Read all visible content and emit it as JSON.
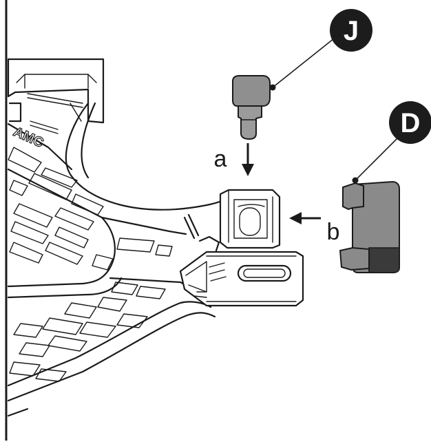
{
  "callouts": [
    {
      "id": "J",
      "letter": "J",
      "color": "#1c1c1c",
      "text_color": "#ffffff"
    },
    {
      "id": "D",
      "letter": "D",
      "color": "#1c1c1c",
      "text_color": "#ffffff"
    }
  ],
  "steps": [
    {
      "id": "a",
      "label": "a",
      "direction": "down"
    },
    {
      "id": "b",
      "label": "b",
      "direction": "left"
    }
  ],
  "parts": {
    "part_j": {
      "name": "J",
      "color": "#8f8f8f"
    },
    "part_d": {
      "name": "D",
      "color": "#8a8a8a",
      "dark": "#3a3a3a"
    }
  },
  "base_text": "AMC",
  "colors": {
    "line": "#1a1a1a",
    "background": "#ffffff"
  }
}
